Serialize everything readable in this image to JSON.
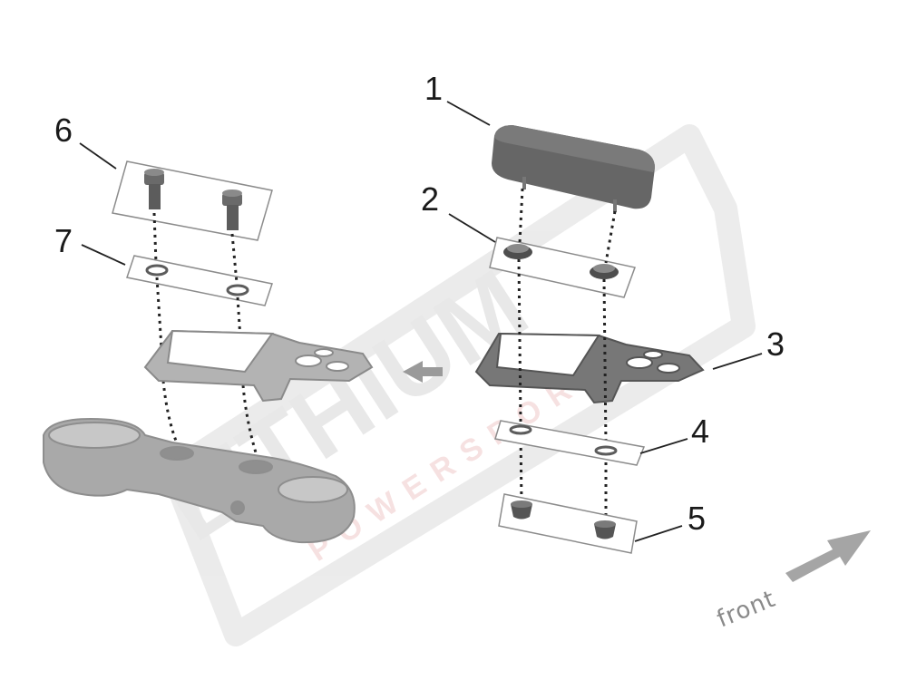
{
  "callouts": [
    "1",
    "2",
    "3",
    "4",
    "5",
    "6",
    "7"
  ],
  "front_label": "front",
  "watermark": {
    "brand": "LITHIUM",
    "sub": "POWERSPORTS"
  },
  "colors": {
    "part_dark": "#5c5c5c",
    "part_light": "#a9a9a9",
    "line": "#222222",
    "frame": "#8c8c8c",
    "arrow": "#9a9a9a",
    "watermark": "#d9d9d9",
    "watermark_accent": "#f2c8c8"
  }
}
